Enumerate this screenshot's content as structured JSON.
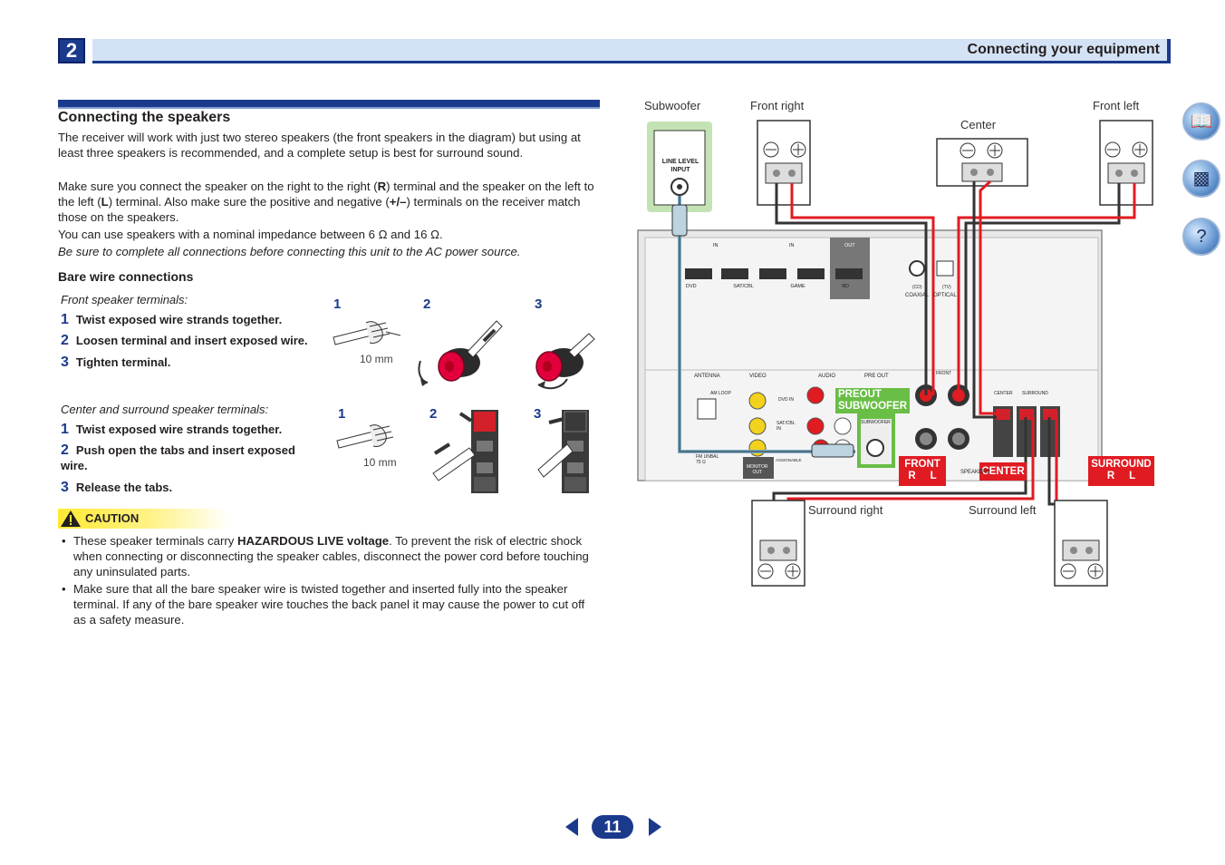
{
  "header": {
    "chapter": "2",
    "title": "Connecting your equipment"
  },
  "section": {
    "title": "Connecting the speakers",
    "para1": "The receiver will work with just two stereo speakers (the front speakers in the diagram) but using at least three speakers is recommended, and a complete setup is best for surround sound.",
    "para2_a": "Make sure you connect the speaker on the right to the right (",
    "para2_R": "R",
    "para2_b": ") terminal and the speaker on the left to the left (",
    "para2_L": "L",
    "para2_c": ") terminal. Also make sure the positive and negative (",
    "para2_pm": "+/–",
    "para2_d": ") terminals on the receiver match those on the speakers.",
    "para3": "You can use speakers with a nominal impedance between 6 Ω and 16 Ω.",
    "para4": "Be sure to complete all connections before connecting this unit to the AC power source."
  },
  "bare_wire": {
    "heading": "Bare wire connections",
    "front": {
      "caption": "Front speaker terminals:",
      "steps": [
        {
          "n": "1",
          "text": "Twist exposed wire strands together."
        },
        {
          "n": "2",
          "text": "Loosen terminal and insert exposed wire."
        },
        {
          "n": "3",
          "text": "Tighten terminal."
        }
      ],
      "fig_nums": [
        "1",
        "2",
        "3"
      ],
      "mm": "10 mm"
    },
    "center": {
      "caption": "Center and surround speaker terminals:",
      "steps": [
        {
          "n": "1",
          "text": "Twist exposed wire strands together."
        },
        {
          "n": "2",
          "text": "Push open the tabs and insert exposed wire."
        },
        {
          "n": "3",
          "text": "Release the tabs."
        }
      ],
      "fig_nums": [
        "1",
        "2",
        "3"
      ],
      "mm": "10 mm"
    }
  },
  "caution": {
    "label": "CAUTION",
    "b1_a": "These speaker terminals carry ",
    "b1_bold": "HAZARDOUS LIVE voltage",
    "b1_b": ". To prevent the risk of electric shock when connecting or disconnecting the speaker cables, disconnect the power cord before touching any uninsulated parts.",
    "b2": "Make sure that all the bare speaker wire is twisted together and inserted fully into the speaker terminal. If any of the bare speaker wire touches the back panel it may cause the power to cut off as a safety measure."
  },
  "diagram": {
    "subwoofer": "Subwoofer",
    "front_right": "Front right",
    "center": "Center",
    "front_left": "Front left",
    "surround_right": "Surround right",
    "surround_left": "Surround left",
    "line_level_1": "LINE LEVEL",
    "line_level_2": "INPUT",
    "preout_1": "PREOUT",
    "preout_2": "SUBWOOFER",
    "front_tag": "FRONT",
    "front_rl": "R     L",
    "center_tag": "CENTER",
    "surround_tag": "SURROUND",
    "surround_rl": "R     L",
    "panel": {
      "hdmi": [
        "DVD",
        "SAT/CBL",
        "GAME",
        "BD"
      ],
      "in": "IN",
      "out": "OUT",
      "antenna": "ANTENNA",
      "am_loop": "AM LOOP",
      "fm_unbal": "FM UNBAL",
      "fm_ohm": "75 Ω",
      "video": "VIDEO",
      "dvd_in": "DVD IN",
      "satcbl": "SAT/CBL",
      "satcbl_in": "IN",
      "monitor": "MONITOR",
      "monitor_out": "OUT",
      "audio": "AUDIO",
      "r": "R",
      "assignable": "ASSIGNABLE",
      "pre_out": "PRE OUT",
      "front_small": "FRONT",
      "subwoofer_small": "SUBWOOFER",
      "coaxial": "COAXIAL",
      "optical": "OPTICAL",
      "cd": "(CD)",
      "tv": "(TV)",
      "speakers": "SPEAKERS",
      "center_small": "CENTER",
      "surround_small": "SURROUND"
    }
  },
  "page": {
    "number": "11"
  },
  "side_icons": [
    "manual-book-icon",
    "remote-control-icon",
    "help-question-icon"
  ]
}
